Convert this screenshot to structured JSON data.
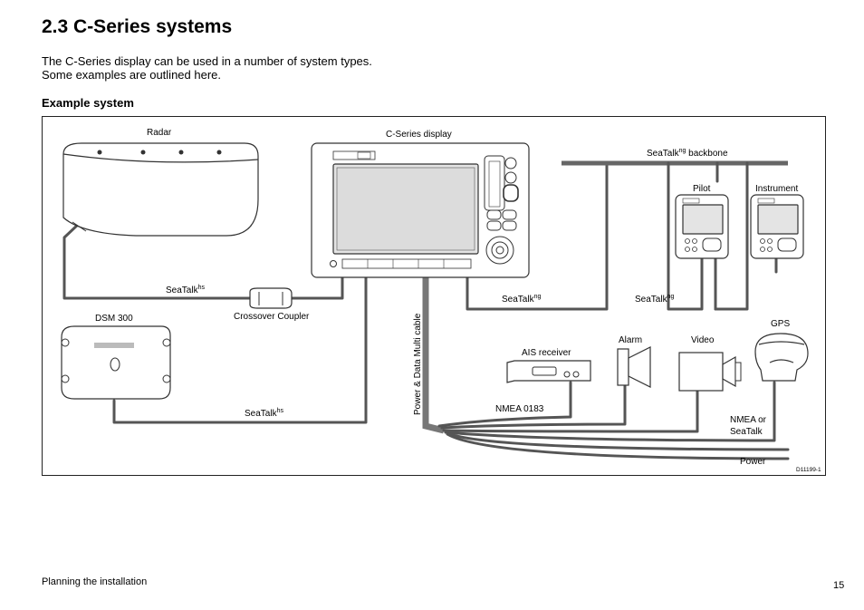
{
  "page": {
    "title": "2.3 C-Series systems",
    "intro_line1": "The C-Series display can be used in a number of system types.",
    "intro_line2": "Some examples are outlined here.",
    "subheading": "Example system",
    "footer_left": "Planning the installation",
    "page_number": "15"
  },
  "diagram": {
    "labels": {
      "radar": "Radar",
      "display": "C-Series display",
      "backbone": "SeaTalk",
      "backbone_sup": "ng",
      "backbone_suffix": " backbone",
      "pilot": "Pilot",
      "instrument": "Instrument",
      "seatalk_hs_1": "SeaTalk",
      "seatalk_hs_1_sup": "hs",
      "crossover": "Crossover Coupler",
      "seatalk_ng_1": "SeaTalk",
      "seatalk_ng_1_sup": "ng",
      "seatalk_ng_2": "SeaTalk",
      "seatalk_ng_2_sup": "ng",
      "dsm": "DSM 300",
      "power_data": "Power & Data Multi cable",
      "ais": "AIS receiver",
      "alarm": "Alarm",
      "video": "Video",
      "gps": "GPS",
      "seatalk_hs_2": "SeaTalk",
      "seatalk_hs_2_sup": "hs",
      "nmea0183": "NMEA 0183",
      "nmea_or_1": "NMEA or",
      "nmea_or_2": "SeaTalk",
      "power": "Power",
      "figure_id": "D11199-1"
    }
  }
}
